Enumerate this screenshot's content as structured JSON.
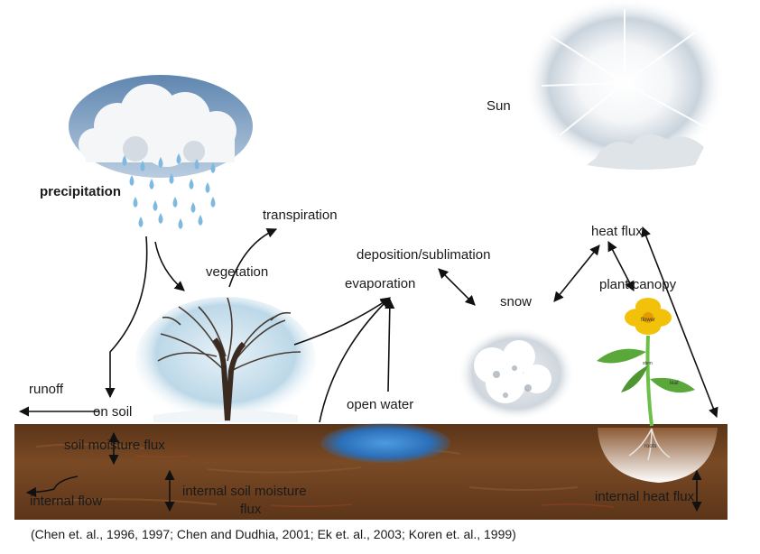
{
  "labels": {
    "sun": "Sun",
    "precipitation": "precipitation",
    "transpiration": "transpiration",
    "vegetation": "vegetation",
    "deposition_sublimation": "deposition/sublimation",
    "evaporation": "evaporation",
    "heat_flux": "heat  flux",
    "snow": "snow",
    "plant_canopy": "plant canopy",
    "runoff": "runoff",
    "on_soil": "on soil",
    "open_water": "open water",
    "soil_moisture_flux": "soil moisture flux",
    "internal_flow": "internal flow",
    "internal_soil_moisture": "internal soil moisture",
    "flux": "flux",
    "internal_heat_flux": "internal heat flux"
  },
  "plant_parts": {
    "flower": "flower",
    "stem": "stem",
    "leaf": "leaf",
    "roots": "roots"
  },
  "citation": "(Chen et. al., 1996, 1997;  Chen and Dudhia, 2001; Ek et. al., 2003; Koren et. al., 1999)",
  "colors": {
    "soil": "#6b3f1f",
    "sky": "#6f93b8",
    "water": "#2f78c4",
    "raindrop": "#7fb9df",
    "flower": "#f2c20a",
    "leaf": "#5aa83a",
    "arrow": "#111111"
  }
}
